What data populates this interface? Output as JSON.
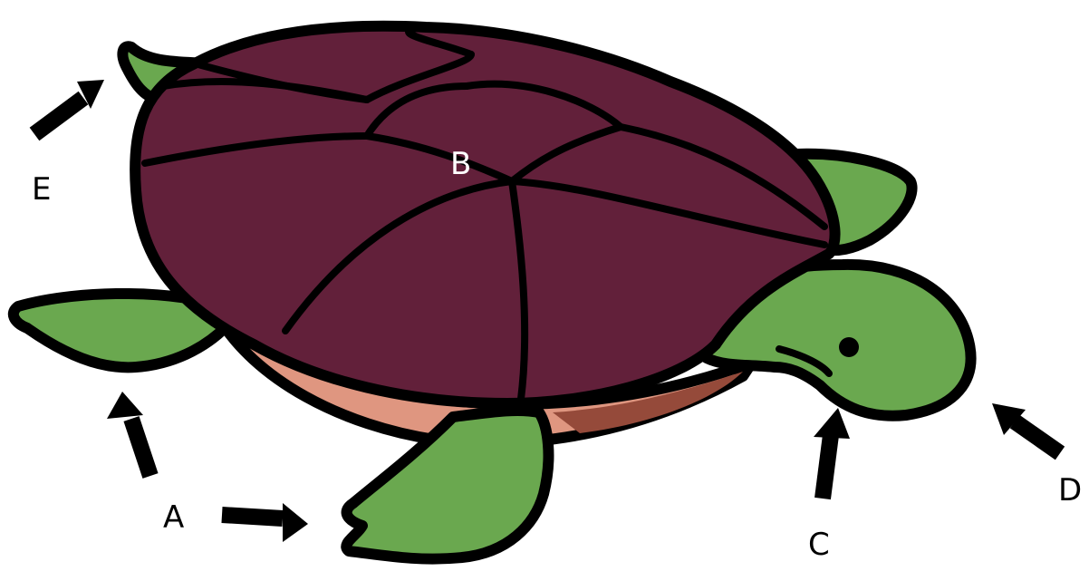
{
  "labels": {
    "a": "A",
    "b": "B",
    "c": "C",
    "d": "D",
    "e": "E"
  },
  "colors": {
    "shell": "#62203a",
    "skin": "#6aa84f",
    "belly_light": "#df9680",
    "belly_dark": "#954a3a",
    "outline": "#000000",
    "eye": "#000000"
  }
}
